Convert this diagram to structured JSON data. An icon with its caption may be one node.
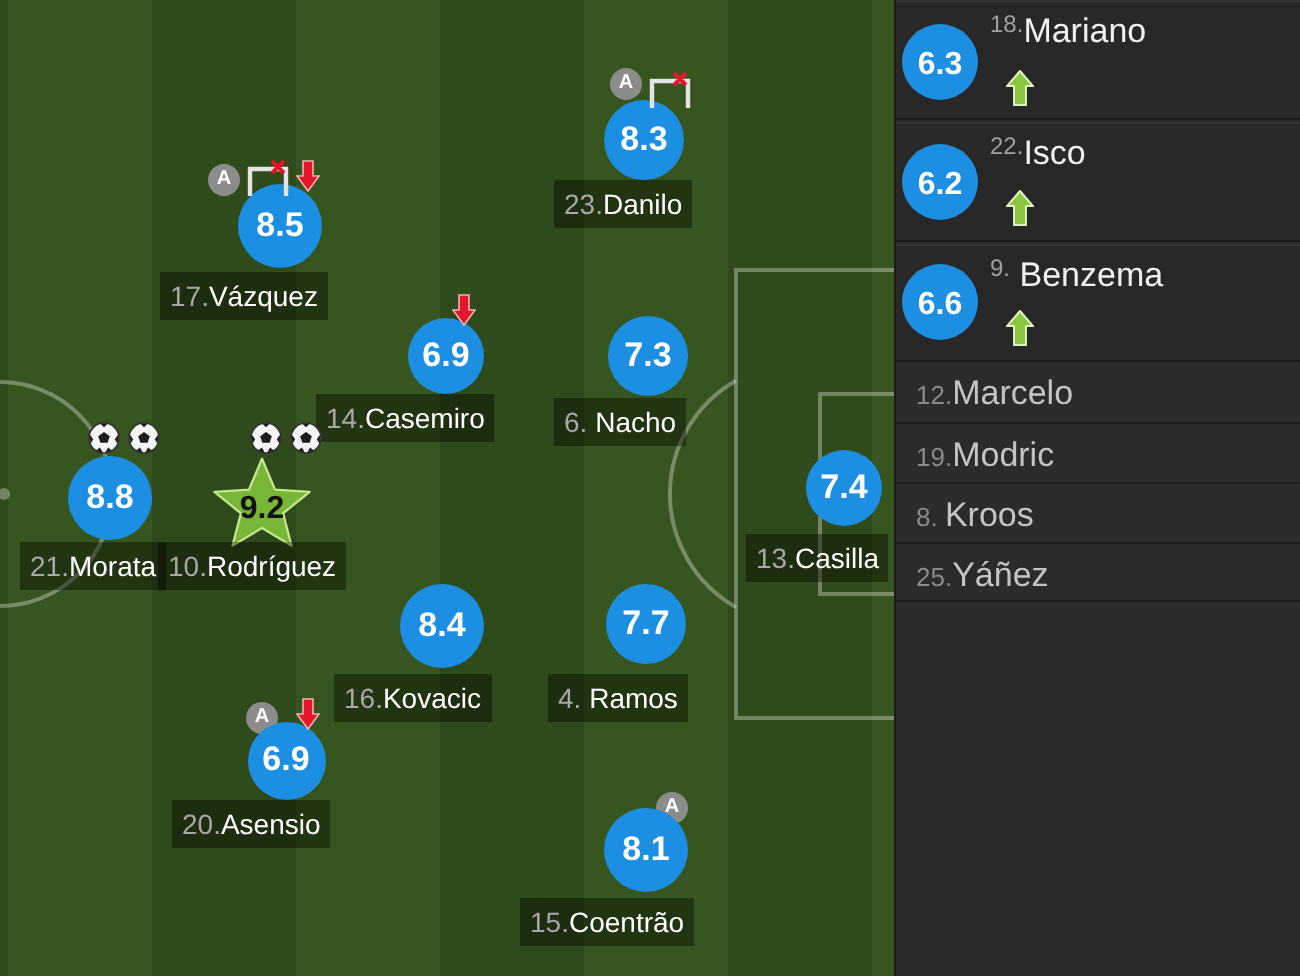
{
  "diagram": {
    "nodes": [
      {
        "text": [
          "A"
        ]
      },
      {
        "text": [
          "8.3"
        ],
        "beside": [
          "23.Danilo"
        ]
      },
      {
        "text": [
          "A"
        ]
      },
      {
        "text": [
          "8.5"
        ],
        "beside": [
          "17.Vázquez"
        ]
      },
      {
        "text": [
          "6.9"
        ],
        "beside": [
          "14.Casemiro"
        ]
      },
      {
        "text": [
          "7.3"
        ],
        "beside": [
          "6. Nacho"
        ]
      },
      {
        "text": [
          "8.8"
        ],
        "beside": [
          "21.Morata"
        ]
      },
      {
        "text": [
          "9.2"
        ],
        "beside": [
          "10.Rodríguez"
        ]
      },
      {
        "text": [
          "7.4"
        ],
        "beside": [
          "13.Casilla"
        ]
      },
      {
        "text": [
          "8.4"
        ],
        "beside": [
          "16.Kovacic"
        ]
      },
      {
        "text": [
          "7.7"
        ],
        "beside": [
          "4. Ramos"
        ]
      },
      {
        "text": [
          "A"
        ]
      },
      {
        "text": [
          "6.9"
        ],
        "beside": [
          "20.Asensio"
        ]
      },
      {
        "text": [
          "A"
        ]
      },
      {
        "text": [
          "8.1"
        ],
        "beside": [
          "15.Coentrão"
        ]
      },
      {
        "text": [
          "6.3"
        ],
        "beside": [
          "$^{18.}$Mariano"
        ]
      },
      {
        "text": [
          "6.2"
        ],
        "beside": [
          "$^{22.}$Isco"
        ]
      },
      {
        "text": [
          "6.6"
        ],
        "beside": [
          "$^{9.}$ Benzema"
        ]
      }
    ],
    "labels": [
      "12.Marcelo",
      "19.Modric",
      "8. Kroos",
      "25.Yáñez"
    ]
  }
}
